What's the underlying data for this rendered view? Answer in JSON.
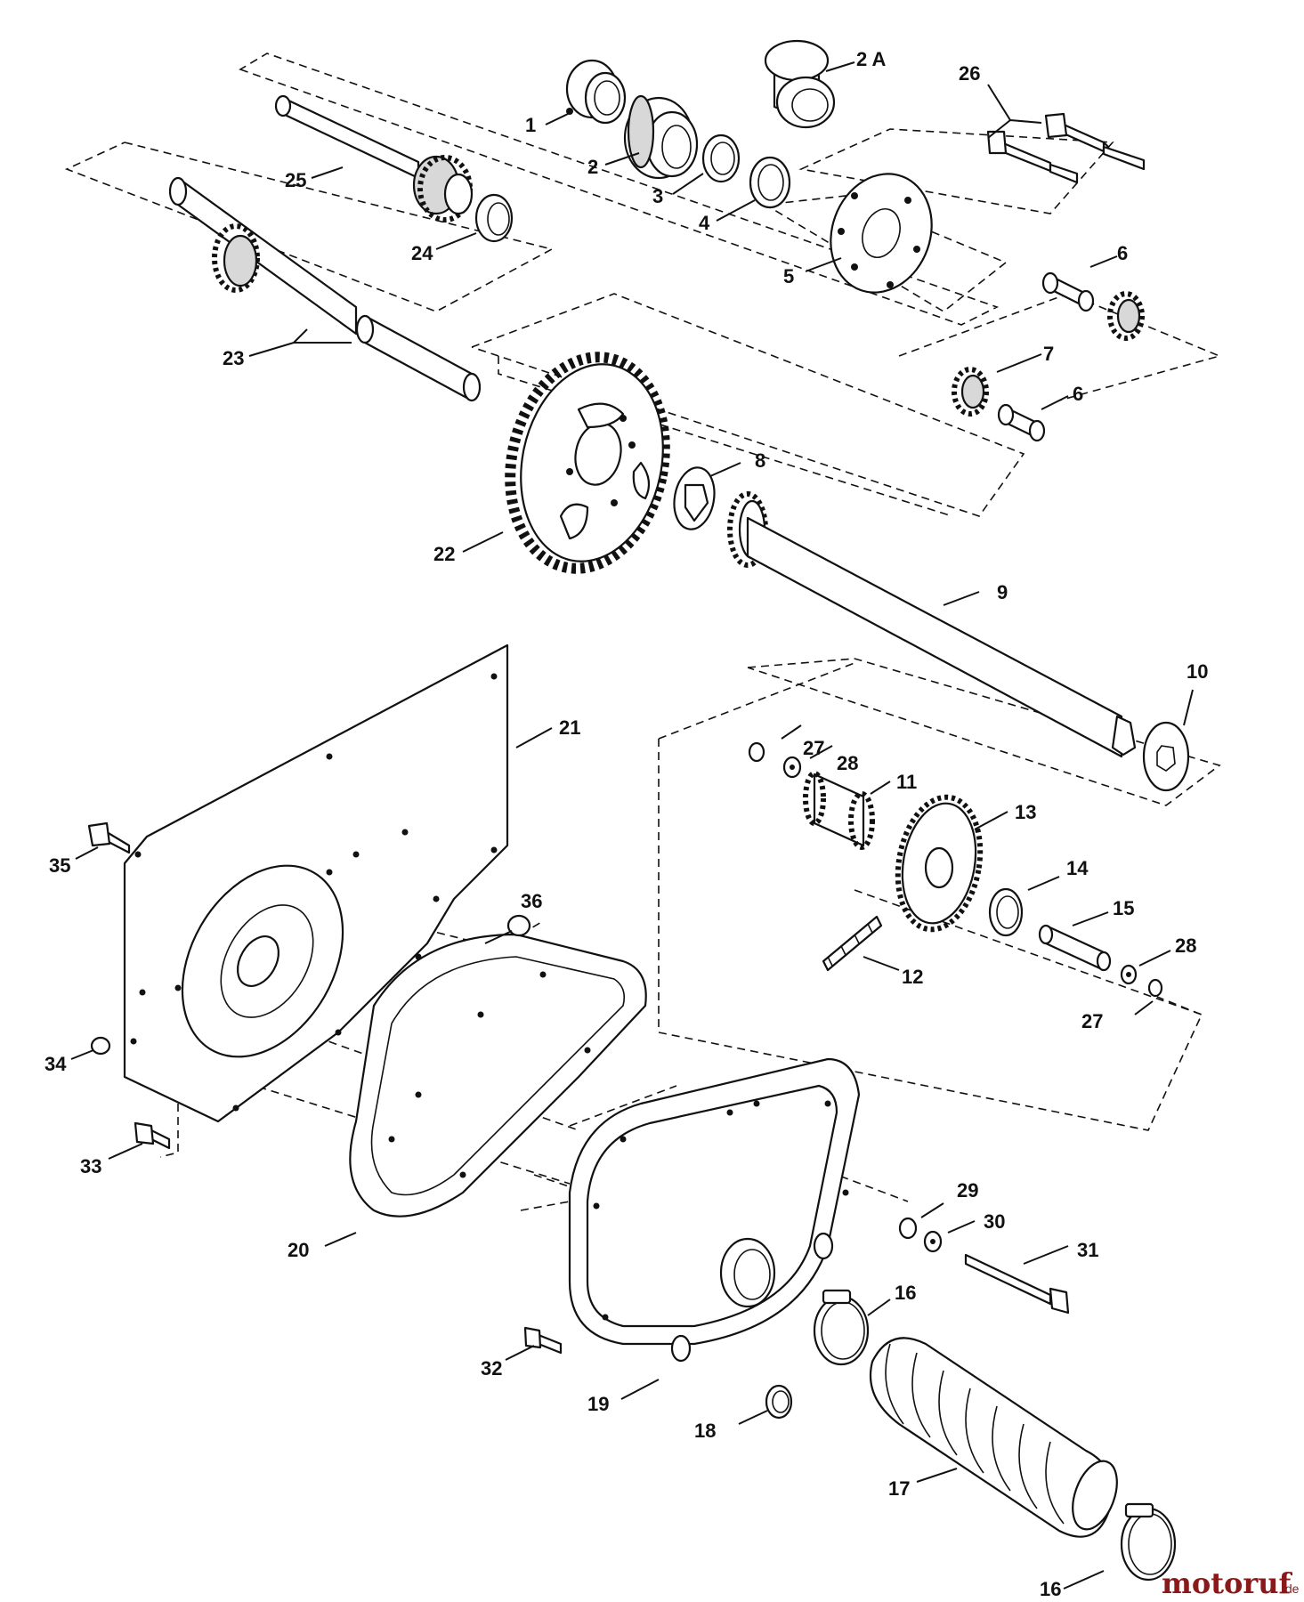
{
  "callouts": {
    "c1": "1",
    "c2a": "2 A",
    "c2": "2",
    "c3": "3",
    "c4": "4",
    "c5": "5",
    "c6a": "6",
    "c6b": "6",
    "c7": "7",
    "c8": "8",
    "c9": "9",
    "c10": "10",
    "c11": "11",
    "c12": "12",
    "c13": "13",
    "c14": "14",
    "c15": "15",
    "c16a": "16",
    "c16b": "16",
    "c17": "17",
    "c18": "18",
    "c19": "19",
    "c20": "20",
    "c21": "21",
    "c22": "22",
    "c23": "23",
    "c24": "24",
    "c25": "25",
    "c26": "26",
    "c27a": "27",
    "c27b": "27",
    "c28a": "28",
    "c28b": "28",
    "c29": "29",
    "c30": "30",
    "c31": "31",
    "c32": "32",
    "c33": "33",
    "c34": "34",
    "c35": "35",
    "c36": "36"
  },
  "watermark": {
    "name": "motoruf",
    "suffix": ".de"
  }
}
